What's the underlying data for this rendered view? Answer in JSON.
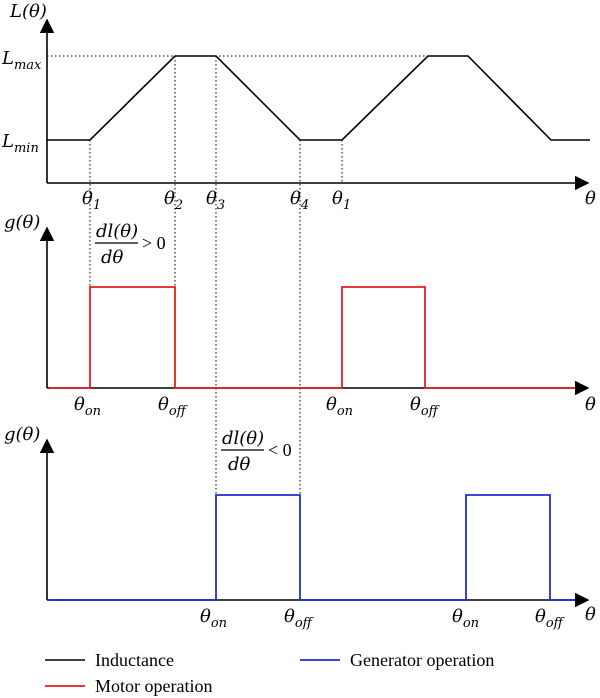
{
  "panels": {
    "top": {
      "y_axis_label": "L(θ)",
      "x_axis_label": "θ",
      "lmax_label": "L",
      "lmax_sub": "max",
      "lmin_label": "L",
      "lmin_sub": "min",
      "x_ticks": [
        {
          "main": "θ",
          "sub": "1"
        },
        {
          "main": "θ",
          "sub": "2"
        },
        {
          "main": "θ",
          "sub": "3"
        },
        {
          "main": "θ",
          "sub": "4"
        },
        {
          "main": "θ",
          "sub": "1"
        }
      ]
    },
    "middle": {
      "y_axis_label": "g(θ)",
      "x_axis_label": "θ",
      "derivative_numerator": "dl(θ)",
      "derivative_denominator": "dθ",
      "derivative_relation": "> 0",
      "x_ticks": [
        {
          "main": "θ",
          "sub": "on"
        },
        {
          "main": "θ",
          "sub": "off"
        },
        {
          "main": "θ",
          "sub": "on"
        },
        {
          "main": "θ",
          "sub": "off"
        }
      ]
    },
    "bottom": {
      "y_axis_label": "g(θ)",
      "x_axis_label": "θ",
      "derivative_numerator": "dl(θ)",
      "derivative_denominator": "dθ",
      "derivative_relation": "< 0",
      "x_ticks": [
        {
          "main": "θ",
          "sub": "on"
        },
        {
          "main": "θ",
          "sub": "off"
        },
        {
          "main": "θ",
          "sub": "on"
        },
        {
          "main": "θ",
          "sub": "off"
        }
      ]
    }
  },
  "legend": {
    "inductance": "Inductance",
    "motor": "Motor operation",
    "generator": "Generator operation"
  },
  "colors": {
    "inductance": "#000000",
    "motor": "#e02020",
    "generator": "#1f2fd0"
  }
}
